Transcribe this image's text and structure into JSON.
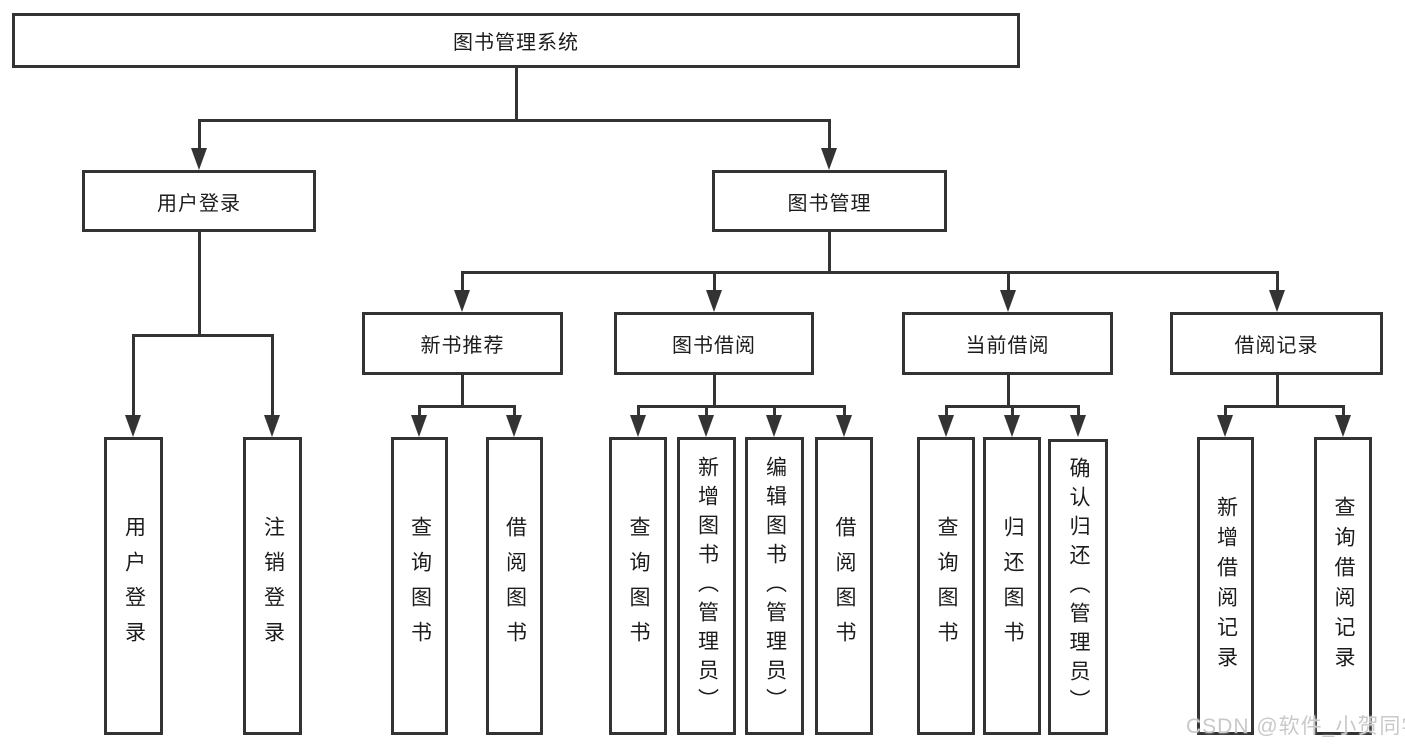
{
  "diagram": {
    "type": "hierarchy-tree",
    "colors": {
      "line": "#333333",
      "box_border": "#333333",
      "text": "#1c1c1c",
      "background": "#ffffff",
      "watermark": "#c9c9c9"
    },
    "root": {
      "label": "图书管理系统"
    },
    "level2": {
      "user_login": {
        "label": "用户登录",
        "parent": "root"
      },
      "book_management": {
        "label": "图书管理",
        "parent": "root"
      }
    },
    "level3": {
      "new_book_recommendation": {
        "label": "新书推荐",
        "parent": "book_management"
      },
      "book_borrowing": {
        "label": "图书借阅",
        "parent": "book_management"
      },
      "current_borrowing": {
        "label": "当前借阅",
        "parent": "book_management"
      },
      "borrowing_records": {
        "label": "借阅记录",
        "parent": "book_management"
      }
    },
    "leaves": {
      "user_login": {
        "label": "用户登录",
        "parent": "user_login"
      },
      "logout": {
        "label": "注销登录",
        "parent": "user_login"
      },
      "query_books_recommend": {
        "label": "查询图书",
        "parent": "new_book_recommendation"
      },
      "borrow_books_recommend": {
        "label": "借阅图书",
        "parent": "new_book_recommendation"
      },
      "query_books_borrowing": {
        "label": "查询图书",
        "parent": "book_borrowing"
      },
      "add_book_admin": {
        "label": "新增图书（管理员）",
        "parent": "book_borrowing"
      },
      "edit_book_admin": {
        "label": "编辑图书（管理员）",
        "parent": "book_borrowing"
      },
      "borrow_books_borrowing": {
        "label": "借阅图书",
        "parent": "book_borrowing"
      },
      "query_books_current": {
        "label": "查询图书",
        "parent": "current_borrowing"
      },
      "return_books": {
        "label": "归还图书",
        "parent": "current_borrowing"
      },
      "confirm_return_admin": {
        "label": "确认归还（管理员）",
        "parent": "current_borrowing"
      },
      "add_borrow_record": {
        "label": "新增借阅记录",
        "parent": "borrowing_records"
      },
      "query_borrow_record": {
        "label": "查询借阅记录",
        "parent": "borrowing_records"
      }
    },
    "watermark": "CSDN @软件_小贺同学"
  }
}
